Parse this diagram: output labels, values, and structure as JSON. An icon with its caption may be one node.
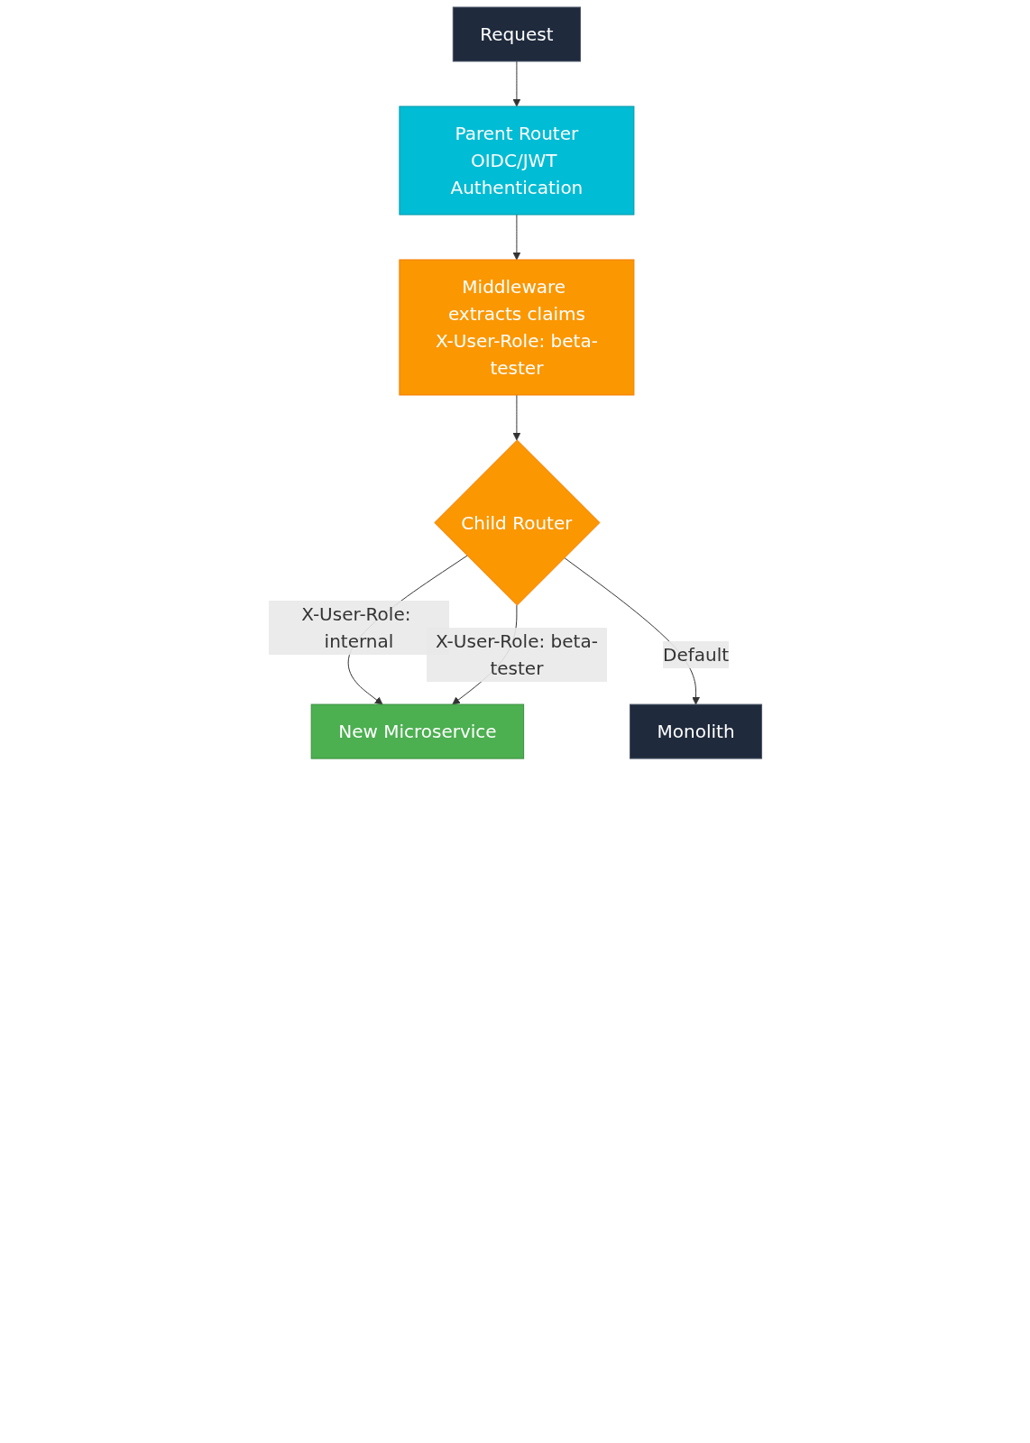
{
  "diagram": {
    "nodes": [
      {
        "text": [
          "Request"
        ]
      },
      {
        "text": [
          "Parent Router",
          "OIDC/JWT Authentication"
        ]
      },
      {
        "text": [
          "Middleware extracts claims",
          "X-User-Role: beta-tester"
        ]
      },
      {
        "text": [
          "Child Router"
        ]
      },
      {
        "text": [
          "New Microservice"
        ]
      },
      {
        "text": [
          "Monolith"
        ]
      }
    ],
    "edges": [
      {
        "from": 0,
        "to": 1,
        "arrow": "to"
      },
      {
        "from": 1,
        "to": 2,
        "arrow": "to"
      },
      {
        "from": 2,
        "to": 3,
        "arrow": "to"
      },
      {
        "from": 3,
        "to": 4,
        "label": "X-User-Role: internal",
        "arrow": "to"
      },
      {
        "from": 3,
        "to": 4,
        "label": "X-User-Role: beta-tester",
        "arrow": "to"
      },
      {
        "from": 3,
        "to": 5,
        "label": "Default",
        "arrow": "to"
      }
    ]
  }
}
